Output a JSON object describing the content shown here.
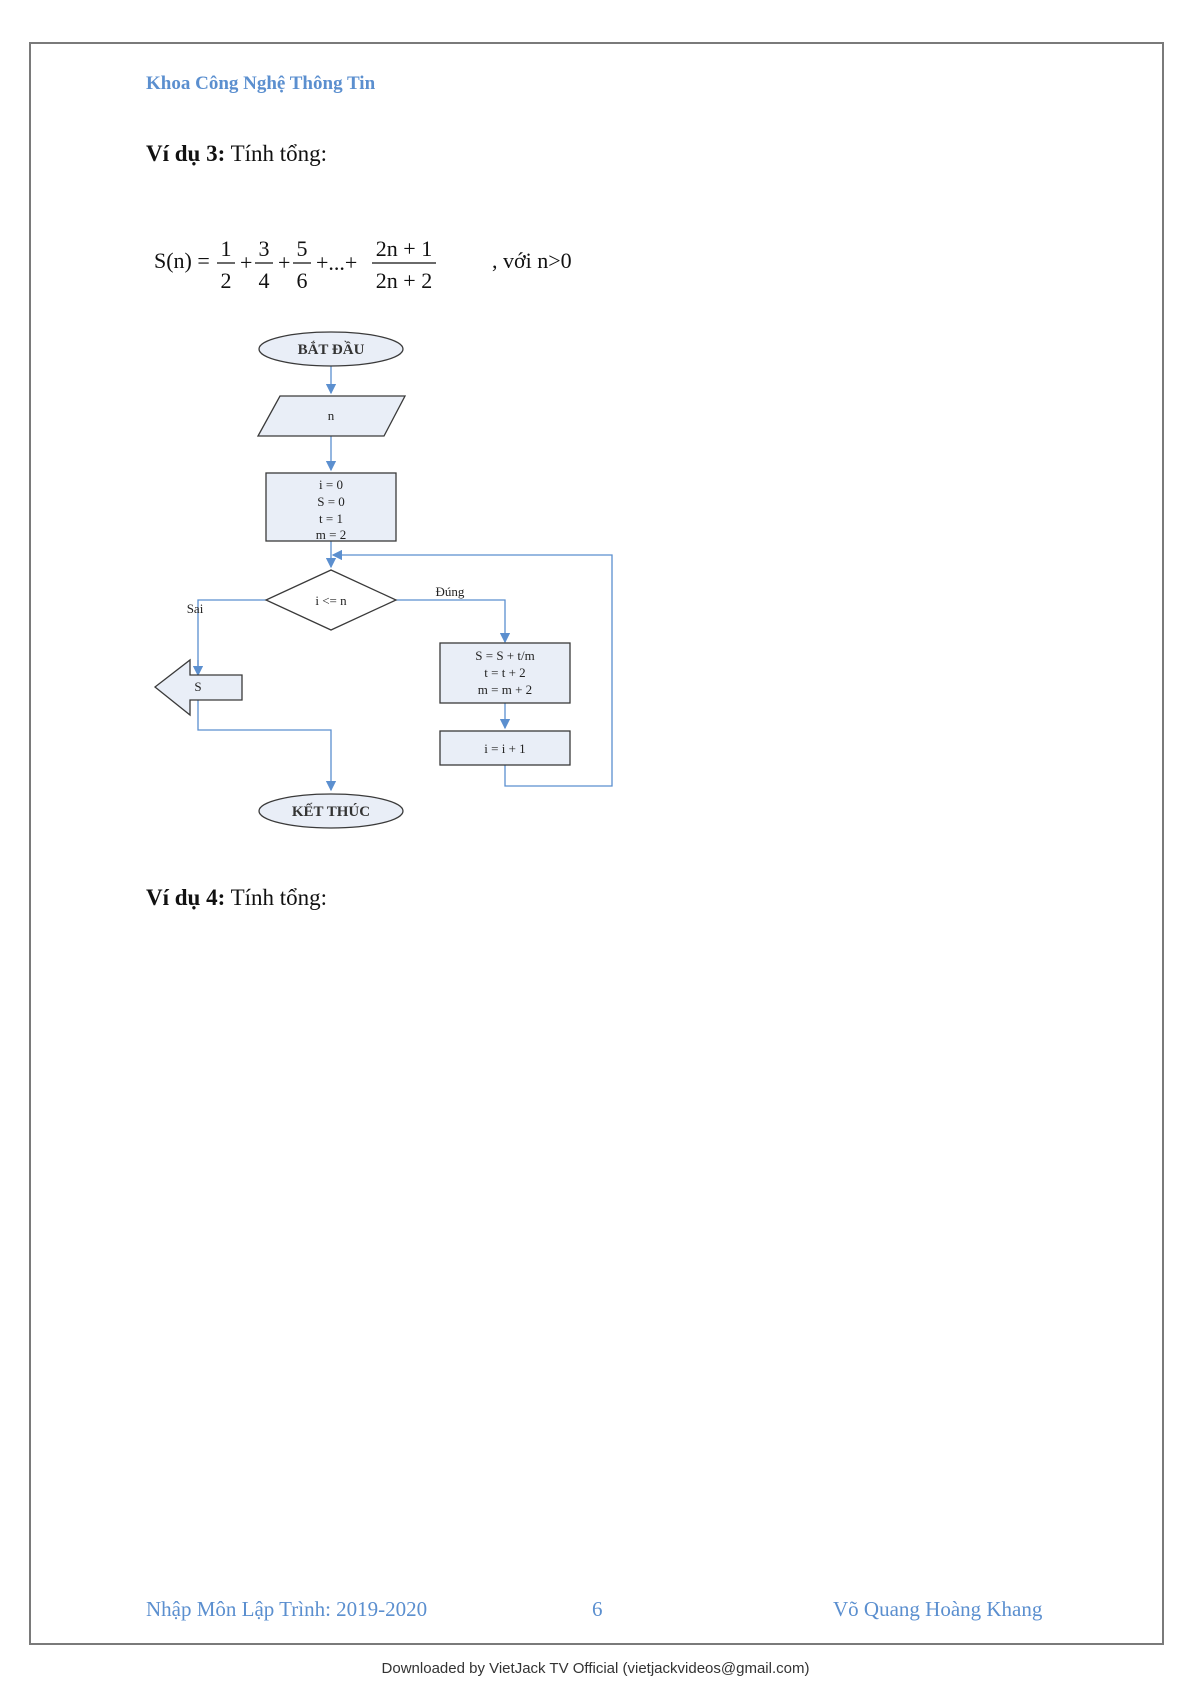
{
  "header": {
    "title": "Khoa Công Nghệ Thông Tin"
  },
  "example3": {
    "label": "Ví dụ 3:",
    "text": " Tính tổng:"
  },
  "formula": {
    "lhs": "S(n) =",
    "fractions": [
      {
        "num": "1",
        "den": "2"
      },
      {
        "num": "3",
        "den": "4"
      },
      {
        "num": "5",
        "den": "6"
      }
    ],
    "ellipsis": "+...+",
    "last": {
      "num": "2n + 1",
      "den": "2n + 2"
    },
    "condition": ", với n>0"
  },
  "flowchart": {
    "start": "BẮT ĐẦU",
    "input": "n",
    "init": [
      "i = 0",
      "S = 0",
      "t = 1",
      "m = 2"
    ],
    "condition": "i <= n",
    "yes_label": "Đúng",
    "no_label": "Sai",
    "update": [
      "S = S + t/m",
      "t = t + 2",
      "m = m + 2"
    ],
    "increment": "i = i + 1",
    "output": "S",
    "end": "KẾT THÚC",
    "colors": {
      "stroke": "#3a3a3a",
      "fill": "#e9eef7",
      "arrow": "#5b8fcf"
    }
  },
  "example4": {
    "label": "Ví dụ 4:",
    "text": " Tính tổng:"
  },
  "footer": {
    "course": "Nhập Môn Lập Trình: 2019-2020",
    "page": "6",
    "author": "Võ Quang Hoàng Khang"
  },
  "download_note": "Downloaded by VietJack TV Official (vietjackvideos@gmail.com)"
}
